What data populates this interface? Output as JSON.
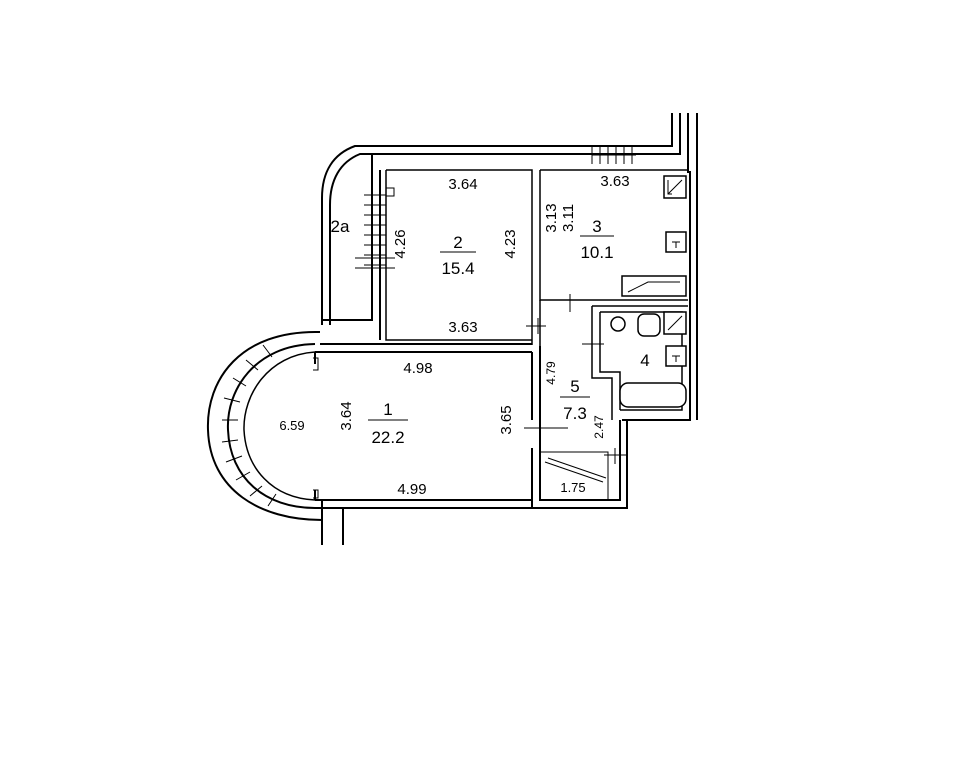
{
  "rooms": [
    {
      "number": "1",
      "area": "22.2"
    },
    {
      "number": "2",
      "area": "15.4"
    },
    {
      "number": "2а"
    },
    {
      "number": "3",
      "area": "10.1"
    },
    {
      "number": "4"
    },
    {
      "number": "5",
      "area": "7.3"
    }
  ],
  "dimensions": {
    "r2_top": "3.64",
    "r2_left": "4.26",
    "r2_right": "4.23",
    "r2_bottom": "3.63",
    "r3_top": "3.63",
    "r3_side_a": "3.13",
    "r3_side_b": "3.11",
    "r1_top": "4.98",
    "r1_left": "3.64",
    "r1_right": "3.65",
    "r1_bottom": "4.99",
    "r1_arc": "6.59",
    "r5_side": "4.79",
    "r5_small": "2.47",
    "closet": "1.75"
  }
}
